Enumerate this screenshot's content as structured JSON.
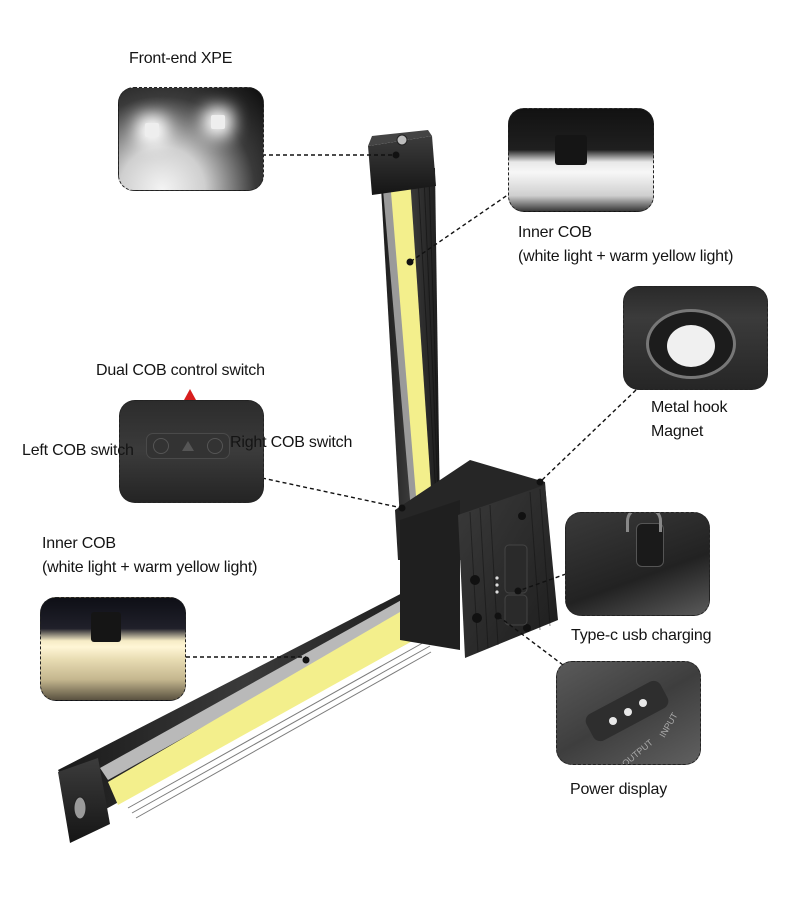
{
  "diagram": {
    "subject": "Foldable dual COB work light",
    "colors": {
      "background": "#ffffff",
      "label_text": "#141414",
      "cob_yellow": "#f3ef8c",
      "housing": "#2a2a2a",
      "arrow_red": "#d81e1e",
      "connector": "#111111"
    },
    "callouts": [
      {
        "id": "front-end-xpe",
        "label": "Front-end XPE"
      },
      {
        "id": "inner-cob-top",
        "label_line1": "Inner COB",
        "label_line2": "(white light + warm yellow light)"
      },
      {
        "id": "metal-hook-magnet",
        "label_line1": "Metal hook",
        "label_line2": "Magnet"
      },
      {
        "id": "dual-cob-switch",
        "label": "Dual COB control switch",
        "left_label": "Left COB switch",
        "right_label": "Right COB switch"
      },
      {
        "id": "inner-cob-bottom",
        "label_line1": "Inner COB",
        "label_line2": "(white light + warm yellow light)"
      },
      {
        "id": "type-c-usb",
        "label": "Type-c usb charging"
      },
      {
        "id": "power-display",
        "label": "Power display"
      }
    ],
    "device_markings": {
      "output": "OUTPUT",
      "input": "INPUT"
    }
  }
}
